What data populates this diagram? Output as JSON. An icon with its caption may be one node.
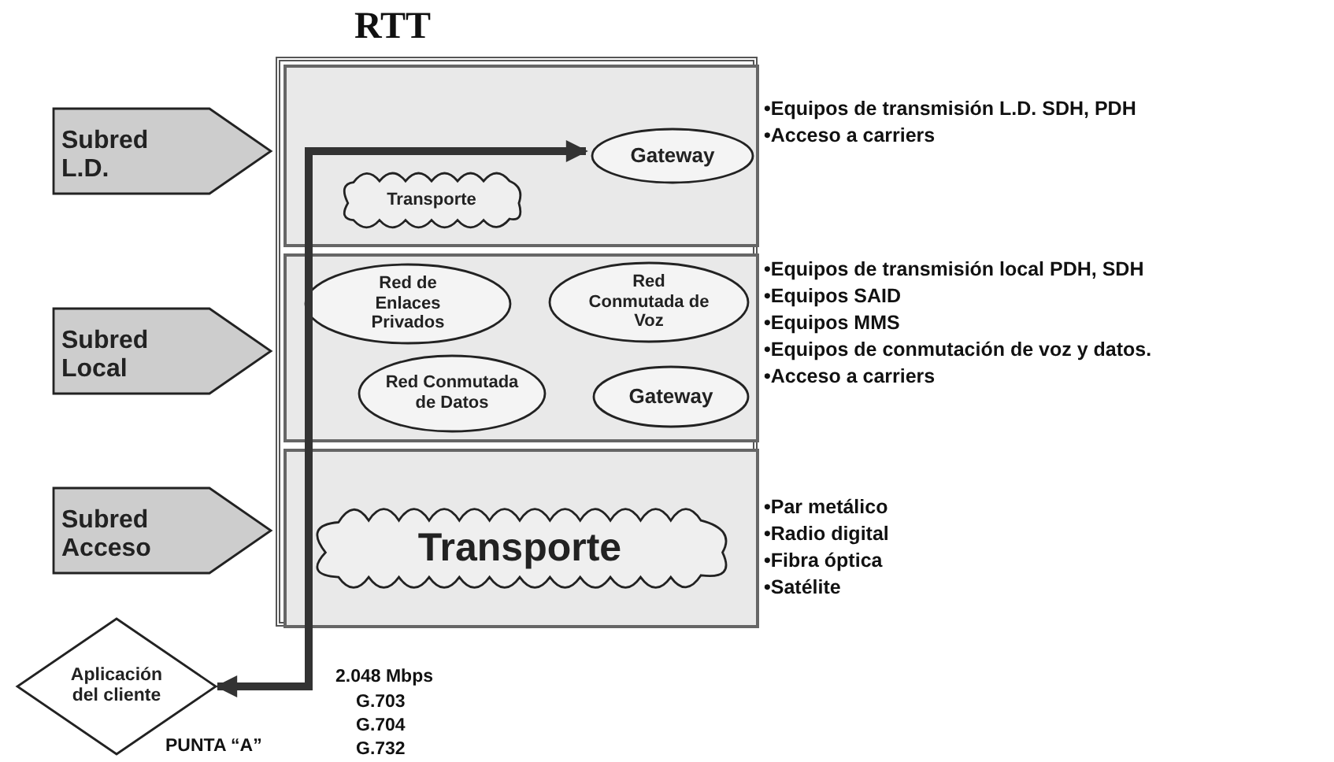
{
  "diagram": {
    "title": "RTT",
    "nodes": [
      {
        "text": [],
        "shape": "box"
      },
      {
        "text": [],
        "shape": "box",
        "in": 0
      },
      {
        "text": [],
        "shape": "box",
        "in": 0
      },
      {
        "text": [],
        "shape": "box",
        "in": 0
      },
      {
        "text": [
          "Subred L.D."
        ]
      },
      {
        "text": [
          "Subred Local"
        ]
      },
      {
        "text": [
          "Subred Acceso"
        ]
      },
      {
        "text": [
          "Transporte"
        ],
        "in": 1
      },
      {
        "text": [
          "Gateway"
        ],
        "in": 1
      },
      {
        "text": [
          "Red de Enlaces Privados"
        ],
        "in": 2
      },
      {
        "text": [
          "Red Conmutada de Voz"
        ],
        "in": 2
      },
      {
        "text": [
          "Red Conmutada de Datos"
        ],
        "in": 2
      },
      {
        "text": [
          "Gateway"
        ],
        "in": 2
      },
      {
        "text": [
          "Transporte"
        ],
        "in": 3
      },
      {
        "text": [
          "Aplicación del cliente"
        ],
        "beside": [
          "PUNTA “A”"
        ]
      }
    ],
    "edges": [
      {
        "from": 8,
        "to": 14,
        "arrow": "both"
      }
    ],
    "labels": [
      "•Equipos de transmisión L.D. SDH, PDH",
      "•Acceso a carriers",
      "•Equipos de transmisión local PDH, SDH",
      "•Equipos SAID",
      "•Equipos MMS",
      "•Equipos de conmutación de voz y datos.",
      "•Acceso a carriers",
      "•Par metálico",
      "•Radio digital",
      "•Fibra óptica",
      "•Satélite",
      "2.048 Mbps",
      "G.703",
      "G.704",
      "G.732"
    ]
  }
}
